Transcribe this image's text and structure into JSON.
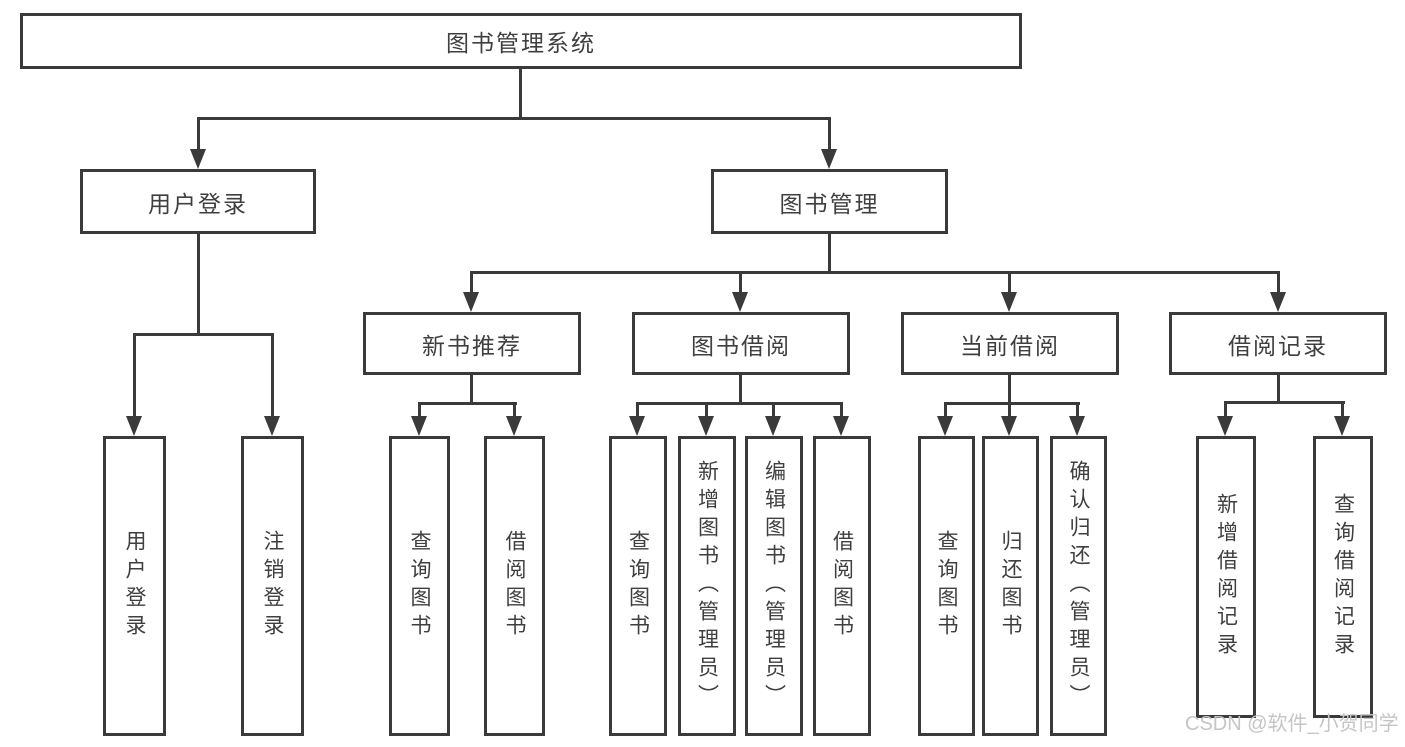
{
  "diagram_type": "hierarchy-tree",
  "colors": {
    "line": "#3a3a3a",
    "text": "#3f3f3f",
    "background": "#ffffff",
    "watermark": "#c5c5c5"
  },
  "tree": {
    "label": "图书管理系统",
    "children": [
      {
        "label": "用户登录",
        "children": [
          {
            "label": "用户登录"
          },
          {
            "label": "注销登录"
          }
        ]
      },
      {
        "label": "图书管理",
        "children": [
          {
            "label": "新书推荐",
            "children": [
              {
                "label": "查询图书"
              },
              {
                "label": "借阅图书"
              }
            ]
          },
          {
            "label": "图书借阅",
            "children": [
              {
                "label": "查询图书"
              },
              {
                "label": "新增图书（管理员）"
              },
              {
                "label": "编辑图书（管理员）"
              },
              {
                "label": "借阅图书"
              }
            ]
          },
          {
            "label": "当前借阅",
            "children": [
              {
                "label": "查询图书"
              },
              {
                "label": "归还图书"
              },
              {
                "label": "确认归还（管理员）"
              }
            ]
          },
          {
            "label": "借阅记录",
            "children": [
              {
                "label": "新增借阅记录"
              },
              {
                "label": "查询借阅记录"
              }
            ]
          }
        ]
      }
    ]
  },
  "watermark": {
    "text": "CSDN @软件_小贺同学"
  }
}
